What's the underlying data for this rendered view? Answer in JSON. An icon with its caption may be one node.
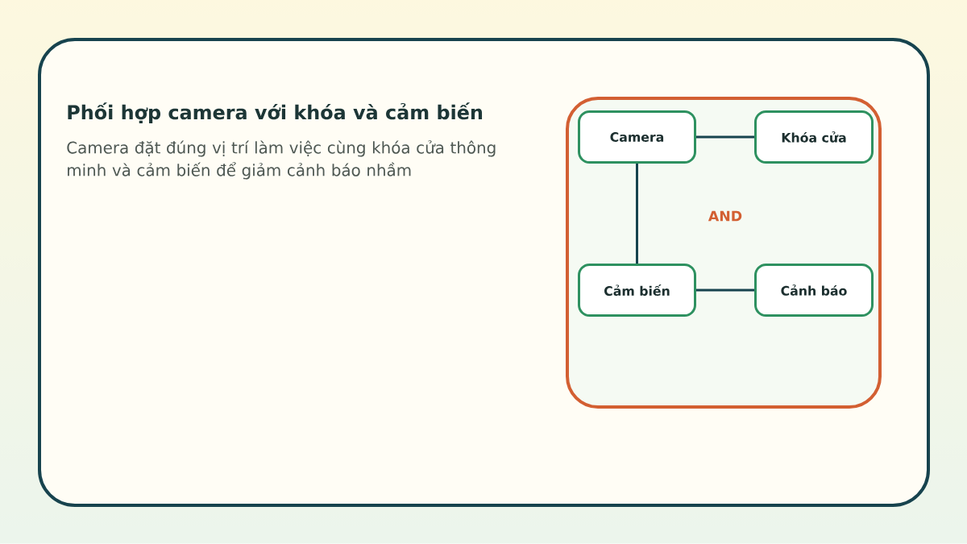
{
  "diagram": {
    "title": "Phối hợp camera với khóa và cảm biến",
    "nodes": [
      {
        "text": [
          "AND"
        ]
      },
      {
        "text": [
          "Camera"
        ],
        "in": 0
      },
      {
        "text": [
          "Khóa cửa"
        ],
        "in": 0
      },
      {
        "text": [
          "Cảm biến"
        ],
        "in": 0
      },
      {
        "text": [
          "Cảnh báo"
        ],
        "in": 0
      }
    ],
    "edges": [
      {
        "from": 1,
        "to": 2,
        "arrow": "none"
      },
      {
        "from": 1,
        "to": 3,
        "arrow": "none"
      },
      {
        "from": 3,
        "to": 4,
        "arrow": "none"
      }
    ],
    "labels": [
      "Camera đặt đúng vị trí làm việc cùng khóa cửa thông minh và cảm biến để giảm cảnh báo nhầm"
    ]
  }
}
